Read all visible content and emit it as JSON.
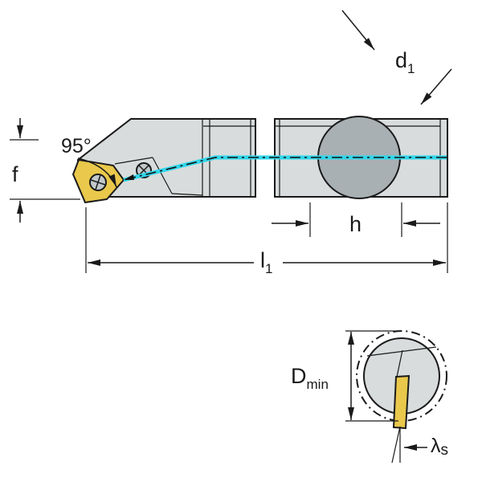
{
  "diagram": {
    "labels": {
      "angle": "95°",
      "f": "f",
      "d1_main": "d",
      "d1_sub": "1",
      "h": "h",
      "l1_main": "l",
      "l1_sub": "1",
      "dmin_main": "D",
      "dmin_sub": "min",
      "lambda_main": "λ",
      "lambda_sub": "s"
    },
    "colors": {
      "body": "#d8dcdd",
      "shank_circle": "#a9b0b4",
      "insert": "#e9c84b",
      "coolant": "#2fd6ea",
      "screw": "#c2c8cb",
      "line": "#1a1a1a"
    }
  }
}
